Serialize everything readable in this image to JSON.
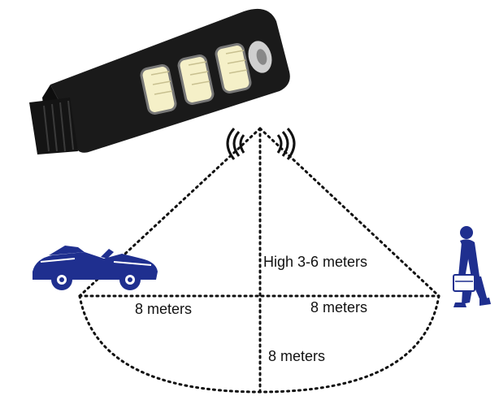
{
  "labels": {
    "height": "High 3-6 meters",
    "left_range": "8 meters",
    "right_range": "8 meters",
    "depth_range": "8 meters"
  },
  "colors": {
    "figure_blue": "#1f2f8f",
    "lamp_body": "#1a1a1a",
    "led_panel": "#f5f0c8",
    "dotted_line": "#111111"
  },
  "icons": {
    "lamp": "solar-street-lamp",
    "sensor": "motion-sensor-waves",
    "car": "convertible-car",
    "person": "walking-businessman"
  }
}
